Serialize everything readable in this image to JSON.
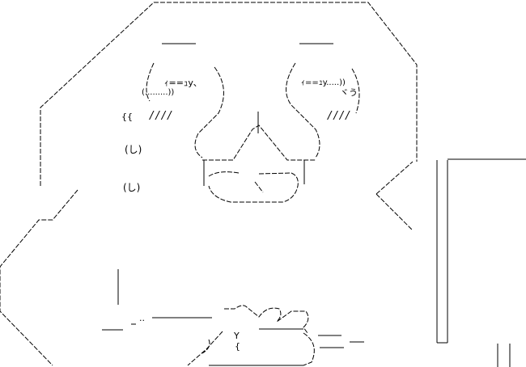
{
  "art": {
    "left_eye_brow": "ｨ==ｭy､",
    "left_eye": "(.........))",
    "right_eye_brow": "ｨ==ｭy.....))",
    "right_eye_mark": "ヾう",
    "left_blush": "////",
    "right_blush": "////",
    "left_brace": "{{",
    "tear_1": "(し)",
    "tear_2": "(し)",
    "hand_mark": "Y",
    "hand_brace": "{",
    "dots": "..",
    "colors": {
      "ink": "#000000",
      "background": "#ffffff"
    }
  }
}
